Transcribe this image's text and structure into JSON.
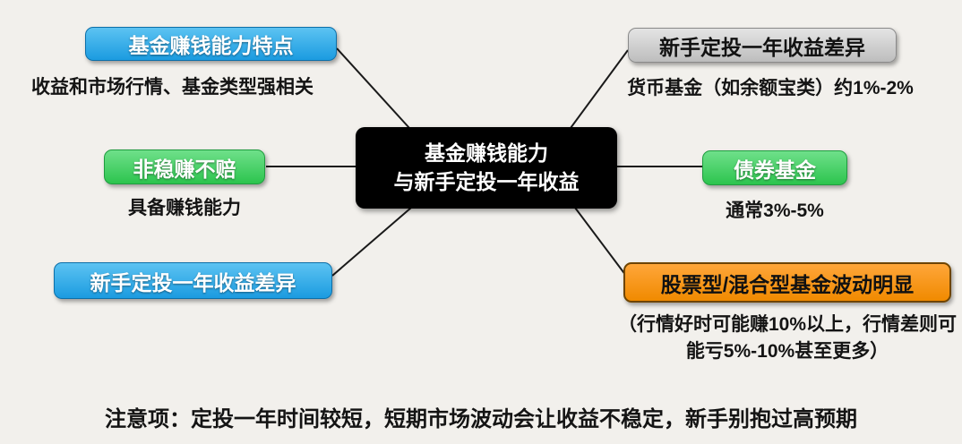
{
  "center": {
    "line1": "基金赚钱能力",
    "line2": "与新手定投一年收益"
  },
  "left_nodes": [
    {
      "label": "基金赚钱能力特点",
      "subtitle": "收益和市场行情、基金类型强相关",
      "color": "blue"
    },
    {
      "label": "非稳赚不赔",
      "subtitle": "具备赚钱能力",
      "color": "green"
    },
    {
      "label": "新手定投一年收益差异",
      "subtitle": "",
      "color": "blue"
    }
  ],
  "right_nodes": [
    {
      "label": "新手定投一年收益差异",
      "subtitle": "货币基金（如余额宝类）约1%-2%",
      "color": "gray"
    },
    {
      "label": "债券基金",
      "subtitle": "通常3%-5%",
      "color": "green"
    },
    {
      "label": "股票型/混合型基金波动明显",
      "subtitle": "（行情好时可能赚10%以上，行情差则可能亏5%-10%甚至更多）",
      "color": "orange"
    }
  ],
  "footer": "注意项：定投一年时间较短，短期市场波动会让收益不稳定，新手别抱过高预期",
  "colors": {
    "background": "#f2f0ec",
    "blue": "#2aa7e8",
    "green": "#3fd05f",
    "gray": "#c9c9c9",
    "orange": "#f7941d",
    "center": "#000000",
    "line": "#1a1a1a"
  }
}
